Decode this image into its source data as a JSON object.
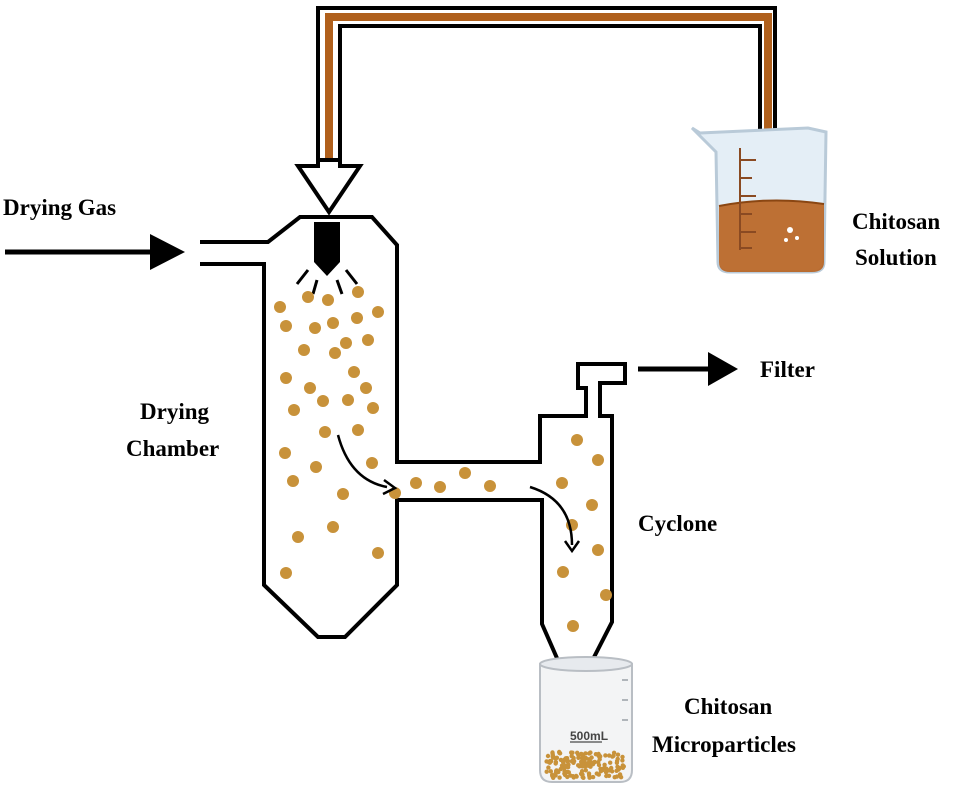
{
  "labels": {
    "drying_gas": "Drying Gas",
    "drying_chamber_line1": "Drying",
    "drying_chamber_line2": "Chamber",
    "filter": "Filter",
    "cyclone": "Cyclone",
    "chitosan_solution_line1": "Chitosan",
    "chitosan_solution_line2": "Solution",
    "microparticles_line1": "Chitosan",
    "microparticles_line2": "Microparticles",
    "beaker_volume": "500mL"
  },
  "colors": {
    "outline": "#000000",
    "tube": "#b0601c",
    "solution": "#b8621f",
    "particle": "#c8923a",
    "beaker_glass": "#dbe8f2"
  },
  "icons": [
    "beaker-solution-icon",
    "beaker-collection-icon",
    "spray-nozzle-icon",
    "arrow-right-icon"
  ]
}
